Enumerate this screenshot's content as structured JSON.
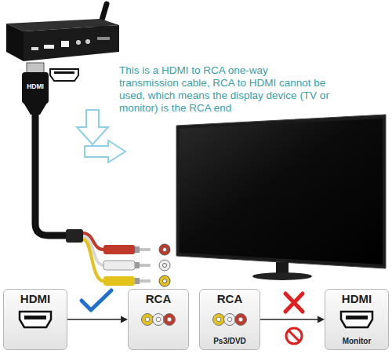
{
  "diagram": {
    "nodes": [
      {
        "text": [
          "HDMI"
        ]
      },
      {
        "text": [
          "RCA"
        ]
      },
      {
        "text": [
          "RCA",
          "Ps3/DVD"
        ]
      },
      {
        "text": [
          "HDMI",
          "Monitor"
        ]
      }
    ],
    "edges": [
      {
        "from": 0,
        "to": 1,
        "arrow": "to"
      },
      {
        "from": 2,
        "to": 3,
        "arrow": "to"
      }
    ],
    "labels": [
      "This is a HDMI to RCA one-way transmission cable, RCA to HDMI cannot be used, which means the display device (TV or monitor) is the RCA end",
      "HDMI"
    ]
  }
}
